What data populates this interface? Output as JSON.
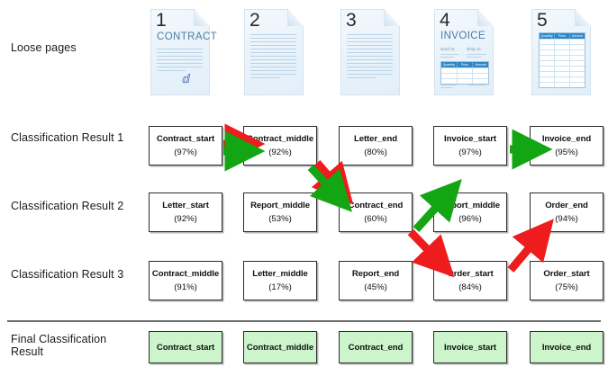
{
  "rows": {
    "loose_pages_label": "Loose pages",
    "result1_label": "Classification Result 1",
    "result2_label": "Classification Result 2",
    "result3_label": "Classification Result 3",
    "final_label": "Final Classification\nResult"
  },
  "pages": [
    {
      "num": "1",
      "title": "CONTRACT",
      "kind": "contract"
    },
    {
      "num": "2",
      "title": "",
      "kind": "lines"
    },
    {
      "num": "3",
      "title": "",
      "kind": "lines"
    },
    {
      "num": "4",
      "title": "INVOICE",
      "kind": "invoice",
      "sold_to": "Sold to",
      "ship_to": "Ship to",
      "table_headers": [
        "Quantity",
        "Price",
        "Amount"
      ]
    },
    {
      "num": "5",
      "title": "",
      "kind": "table",
      "table_headers": [
        "Quantity",
        "Price",
        "Amount"
      ]
    }
  ],
  "result1": [
    {
      "name": "Contract_start",
      "pct": "(97%)"
    },
    {
      "name": "Contract_middle",
      "pct": "(92%)"
    },
    {
      "name": "Letter_end",
      "pct": "(80%)"
    },
    {
      "name": "Invoice_start",
      "pct": "(97%)"
    },
    {
      "name": "Invoice_end",
      "pct": "(95%)"
    }
  ],
  "result2": [
    {
      "name": "Letter_start",
      "pct": "(92%)"
    },
    {
      "name": "Report_middle",
      "pct": "(53%)"
    },
    {
      "name": "Contract_end",
      "pct": "(60%)"
    },
    {
      "name": "Report_middle",
      "pct": "(96%)"
    },
    {
      "name": "Order_end",
      "pct": "(94%)"
    }
  ],
  "result3": [
    {
      "name": "Contract_middle",
      "pct": "(91%)"
    },
    {
      "name": "Letter_middle",
      "pct": "(17%)"
    },
    {
      "name": "Report_end",
      "pct": "(45%)"
    },
    {
      "name": "Order_start",
      "pct": "(84%)"
    },
    {
      "name": "Order_start",
      "pct": "(75%)"
    }
  ],
  "final": [
    {
      "name": "Contract_start"
    },
    {
      "name": "Contract_middle"
    },
    {
      "name": "Contract_end"
    },
    {
      "name": "Invoice_start"
    },
    {
      "name": "Invoice_end"
    }
  ],
  "colors": {
    "green_path": "#13a513",
    "red_path": "#ee1c1c",
    "final_fill": "#ccf5cc",
    "box_border": "#2b2b2b",
    "divider": "#6f6f6f",
    "page_blue": "#2e86c8"
  }
}
